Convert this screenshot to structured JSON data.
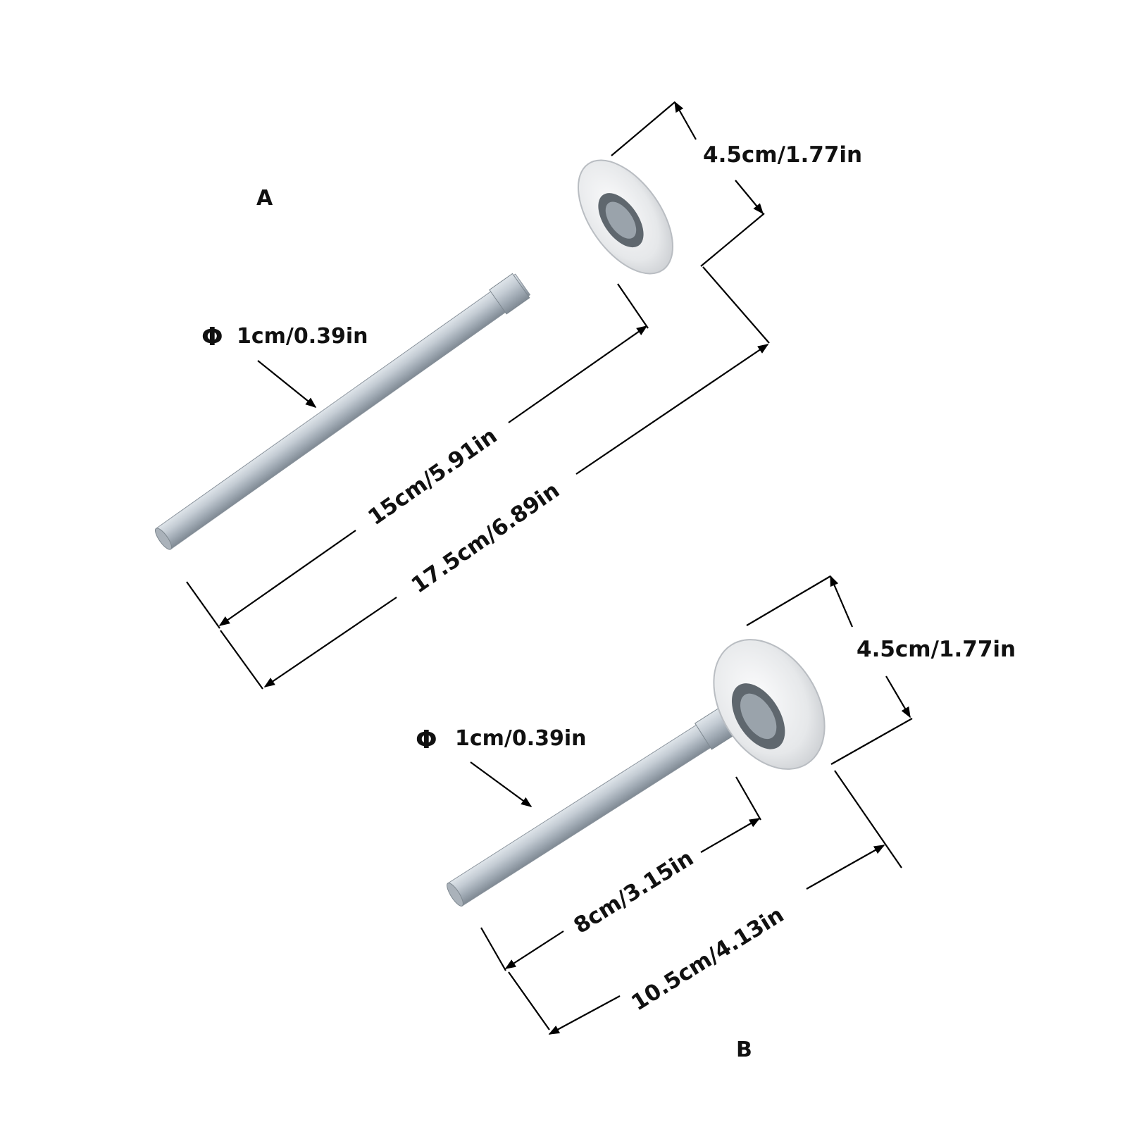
{
  "colors": {
    "background": "#ffffff",
    "shaft": "#b9c2cc",
    "wheel": "#eceef0",
    "bearing": "#7d858d",
    "annotation": "#000000",
    "text": "#111111"
  },
  "roller_a": {
    "label": "A",
    "wheel_diameter": "4.5cm/1.77in",
    "shaft_diameter_symbol": "Φ",
    "shaft_diameter": "1cm/0.39in",
    "shaft_length": "15cm/5.91in",
    "total_length": "17.5cm/6.89in"
  },
  "roller_b": {
    "label": "B",
    "wheel_diameter": "4.5cm/1.77in",
    "shaft_diameter_symbol": "Φ",
    "shaft_diameter": "1cm/0.39in",
    "shaft_length": "8cm/3.15in",
    "total_length": "10.5cm/4.13in"
  }
}
